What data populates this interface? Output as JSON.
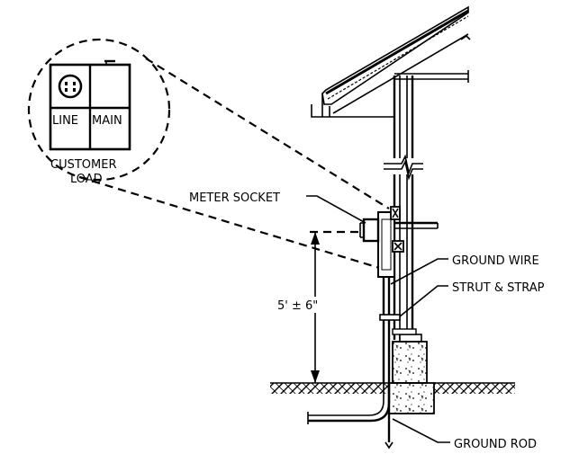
{
  "inset": {
    "line_label": "LINE",
    "main_label": "MAIN",
    "customer_label": "CUSTOMER",
    "load_label": "LOAD"
  },
  "labels": {
    "meter_socket": "METER SOCKET",
    "ground_wire": "GROUND WIRE",
    "strut_strap": "STRUT & STRAP",
    "ground_rod": "GROUND ROD",
    "height": "5' ± 6\""
  }
}
